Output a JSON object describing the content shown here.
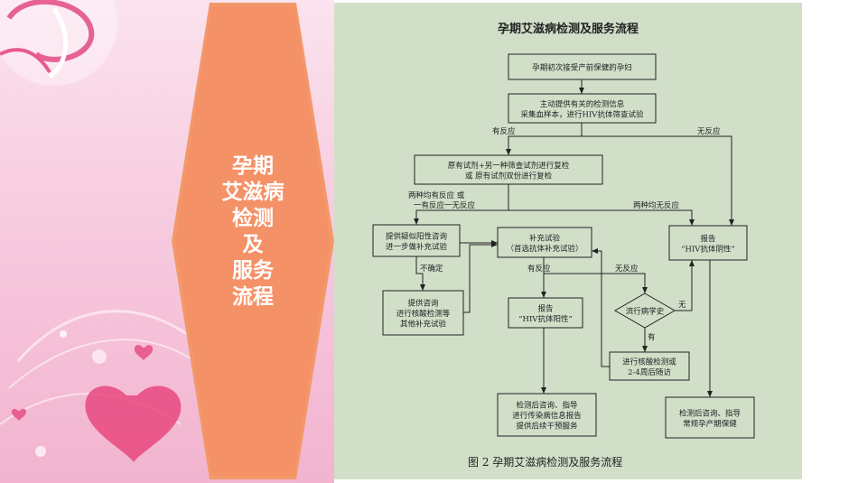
{
  "slide_title": {
    "lines": [
      "孕期",
      "艾滋病",
      "检测",
      "及",
      "服务",
      "流程"
    ]
  },
  "diagram": {
    "title": "孕期艾滋病检测及服务流程",
    "caption": "图 2  孕期艾滋病检测及服务流程",
    "nodes": {
      "start": [
        "孕期初次接受产前保健的孕妇"
      ],
      "screen": [
        "主动提供有关的检测信息",
        "采集血样本，进行HIV抗体筛查试验"
      ],
      "recheck": [
        "原有试剂+另一种筛查试剂进行复检",
        "或  原有试剂双份进行复检"
      ],
      "suspect": [
        "提供疑似阳性咨询",
        "进一步做补充试验"
      ],
      "supplement": [
        "补充试验",
        "（首选抗体补充试验）"
      ],
      "report_neg": [
        "报告",
        "“HIV抗体阴性”"
      ],
      "consult_other": [
        "提供咨询",
        "进行核酸检测等",
        "其他补充试验"
      ],
      "report_pos": [
        "报告",
        "“HIV抗体阳性”"
      ],
      "history": [
        "流行病学史"
      ],
      "nat": [
        "进行核酸检测或",
        "2-4周后随访"
      ],
      "post_pos": [
        "检测后咨询、指导",
        "进行传染病信息报告",
        "提供后续干预服务"
      ],
      "post_neg": [
        "检测后咨询、指导",
        "常规孕产期保健"
      ]
    },
    "edge_labels": {
      "reactive": "有反应",
      "nonreactive": "无反应",
      "both_or_one_line1": "两种均有反应  或",
      "both_or_one_line2": "一有反应一无反应",
      "both_none": "两种均无反应",
      "uncertain": "不确定",
      "supp_reactive": "有反应",
      "supp_nonreactive": "无反应",
      "hist_no": "无",
      "hist_yes": "有"
    }
  }
}
